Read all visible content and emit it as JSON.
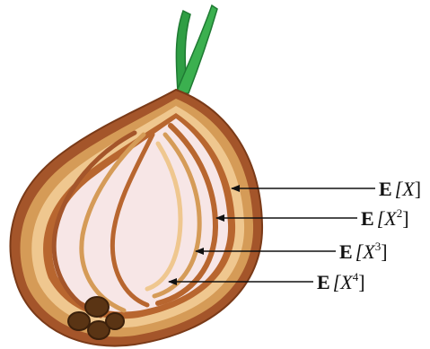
{
  "colors": {
    "stem": "#2f9e44",
    "stem_dark": "#1f7a33",
    "outer_skin": "#a4552a",
    "ring_dark": "#b8662f",
    "ring_mid": "#d59b57",
    "ring_light": "#efc78f",
    "flesh": "#f7e6e6",
    "base": "#5a3414",
    "base_core": "#3b200b",
    "arrow": "#111111"
  },
  "labels": [
    {
      "pre": "E",
      "main": "[X",
      "exp": "",
      "post": "]"
    },
    {
      "pre": "E",
      "main": "[X",
      "exp": "2",
      "post": "]"
    },
    {
      "pre": "E",
      "main": "[X",
      "exp": "3",
      "post": "]"
    },
    {
      "pre": "E",
      "main": "[X",
      "exp": "4",
      "post": "]"
    }
  ]
}
